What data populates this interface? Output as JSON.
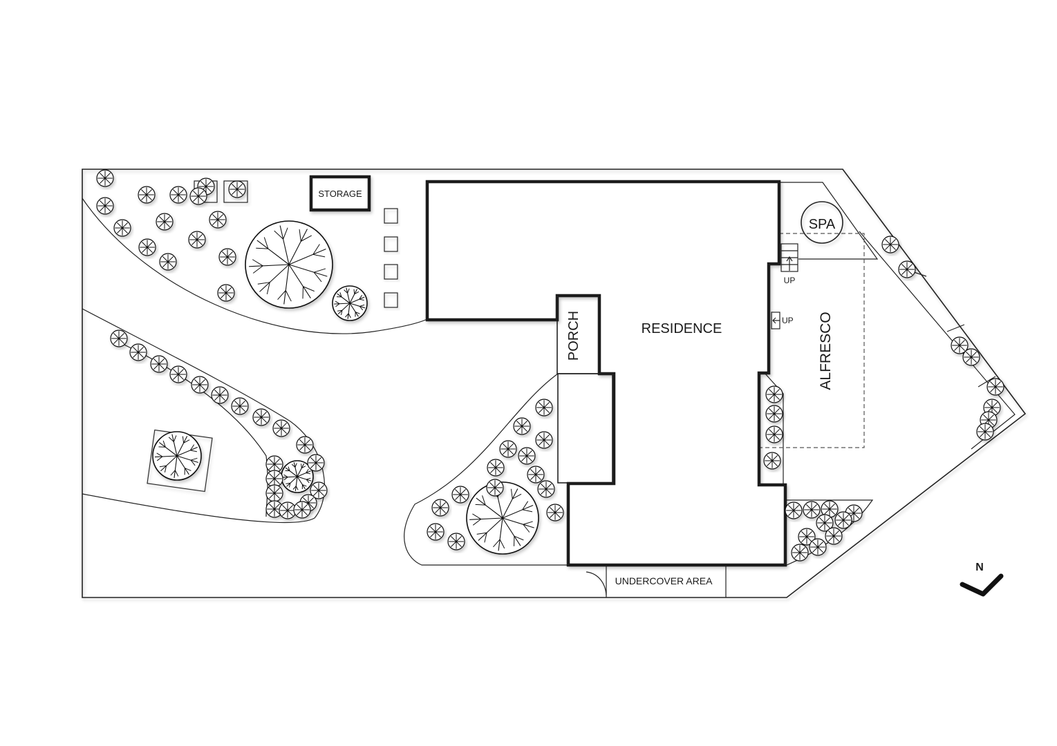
{
  "labels": {
    "storage": "STORAGE",
    "spa": "SPA",
    "porch": "PORCH",
    "residence": "RESIDENCE",
    "alfresco": "ALFRESCO",
    "up_top": "UP",
    "up_mid": "UP",
    "undercover": "UNDERCOVER AREA",
    "north": "N"
  },
  "colors": {
    "line": "#222222",
    "wall": "#1a1a1a",
    "background": "#ffffff"
  },
  "icons": {
    "tree_large": "tree-canopy-icon",
    "shrub": "shrub-icon",
    "north_arrow": "north-arrow-icon"
  }
}
